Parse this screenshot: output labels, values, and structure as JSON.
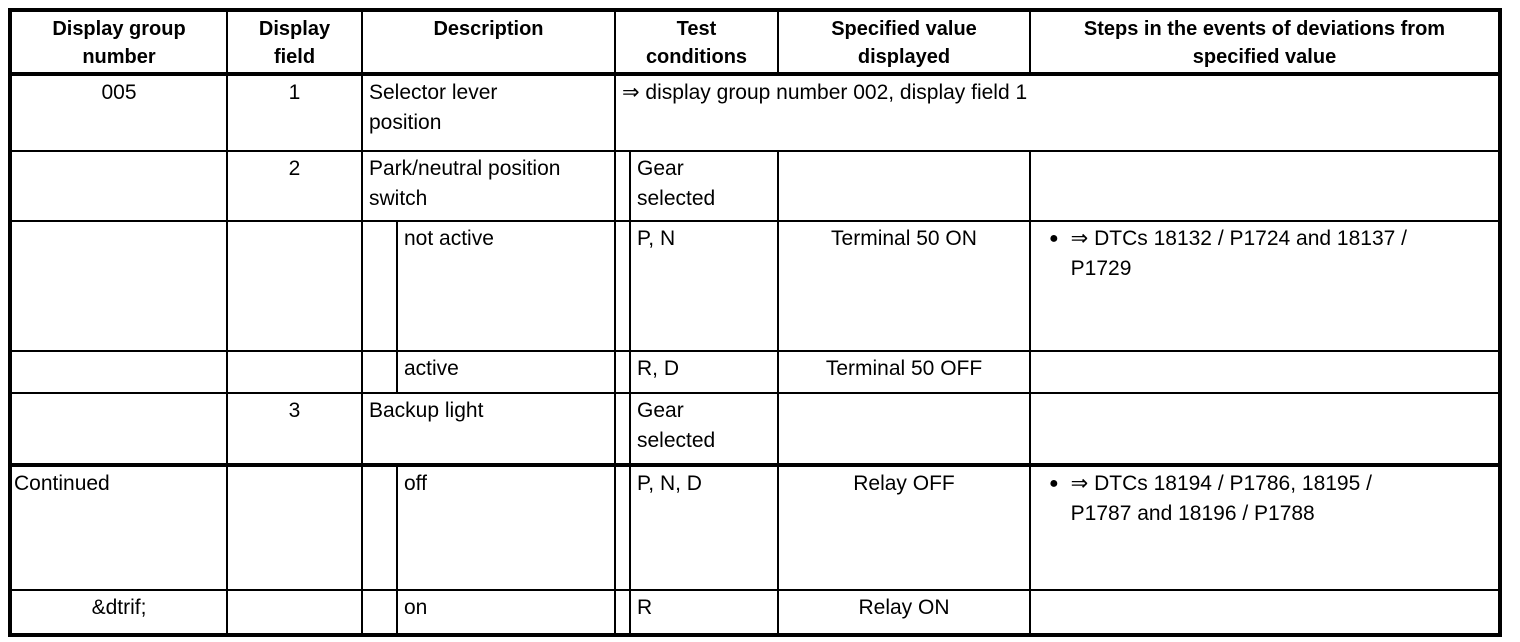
{
  "colors": {
    "text": "#000000",
    "border": "#000000",
    "background": "#ffffff"
  },
  "table": {
    "header": {
      "display_group_number": "Display group\nnumber",
      "display_field": "Display\nfield",
      "description": "Description",
      "test_conditions": "Test\nconditions",
      "specified_value_displayed": "Specified value\ndisplayed",
      "steps_deviations": "Steps in the events of deviations from\nspecified value"
    },
    "rows": {
      "row_005": {
        "display_group_number": "005",
        "display_field": "1",
        "description": "Selector lever\nposition",
        "cross_reference": "⇒ display group number 002, display field 1"
      },
      "row_park_neutral": {
        "display_field": "2",
        "description": "Park/neutral position\nswitch",
        "test_conditions": "Gear\nselected"
      },
      "row_not_active": {
        "description": "not active",
        "test_conditions": "P, N",
        "specified_value": "Terminal 50 ON",
        "steps_bullet": "●",
        "steps_text": "⇒ DTCs 18132 / P1724 and 18137 /\nP1729"
      },
      "row_active": {
        "description": "active",
        "test_conditions": "R, D",
        "specified_value": "Terminal 50 OFF"
      },
      "row_backup_light": {
        "display_field": "3",
        "description": "Backup light",
        "test_conditions": "Gear\nselected"
      },
      "row_off": {
        "display_group_number": "Continued",
        "description": "off",
        "test_conditions": "P, N, D",
        "specified_value": "Relay OFF",
        "steps_bullet": "●",
        "steps_text": "⇒ DTCs 18194 / P1786, 18195 /\nP1787 and 18196 / P1788"
      },
      "row_on": {
        "display_group_number": "&dtrif;",
        "description": "on",
        "test_conditions": "R",
        "specified_value": "Relay ON"
      }
    }
  }
}
